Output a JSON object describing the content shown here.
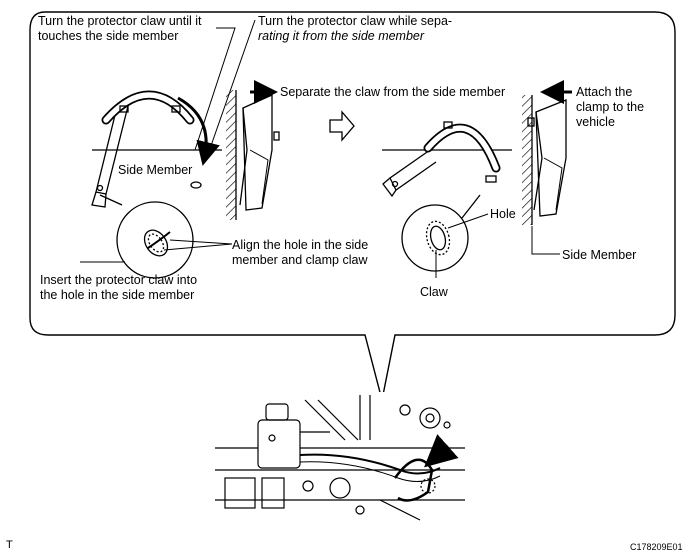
{
  "labels": {
    "turn_until_touch_1": "Turn the protector claw until it",
    "turn_until_touch_2": "touches the side member",
    "turn_while_sep_1": "Turn the protector claw while sepa-",
    "turn_while_sep_2": "rating it from the side member",
    "separate_claw": "Separate the claw from the side member",
    "attach_1": "Attach the",
    "attach_2": "clamp to the",
    "attach_3": "vehicle",
    "side_member_left": "Side Member",
    "side_member_right": "Side Member",
    "hole": "Hole",
    "align_1": "Align the hole in the side",
    "align_2": "member and clamp claw",
    "insert_1": "Insert the protector claw into",
    "insert_2": "the hole in the side member",
    "claw": "Claw",
    "corner_mark": "T",
    "figure_code": "C178209E01"
  },
  "colors": {
    "ink": "#000000",
    "paper": "#ffffff",
    "shade": "#9a9a9a"
  }
}
